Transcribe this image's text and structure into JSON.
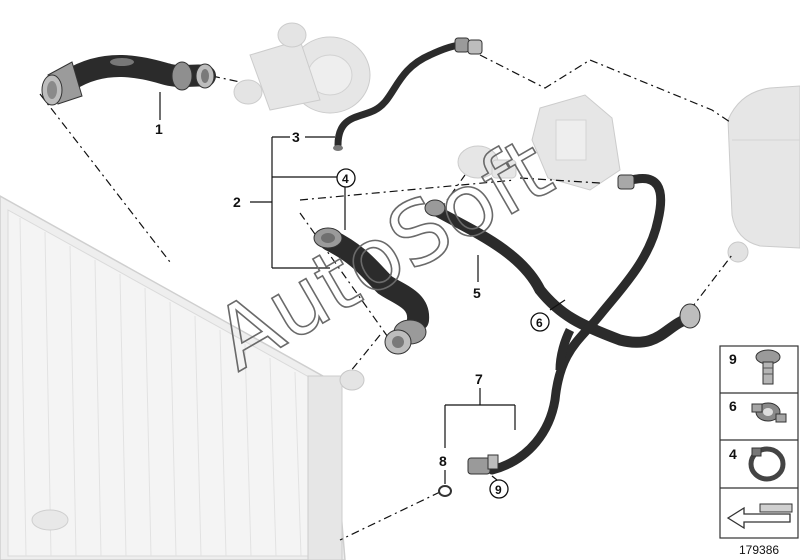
{
  "diagram": {
    "callouts": {
      "c1": "1",
      "c2": "2",
      "c3": "3",
      "c5": "5",
      "c7": "7",
      "c8": "8"
    },
    "circled": {
      "c4": "4",
      "c6": "6",
      "c9": "9"
    },
    "legend": {
      "l9": "9",
      "l6": "6",
      "l4": "4"
    },
    "watermark": "AutoSoft",
    "reference_number": "179386"
  },
  "colors": {
    "hose": "#2b2b2b",
    "ghost": "#e3e3e3",
    "ghost_stroke": "#c9c9c9",
    "line": "#111111"
  }
}
